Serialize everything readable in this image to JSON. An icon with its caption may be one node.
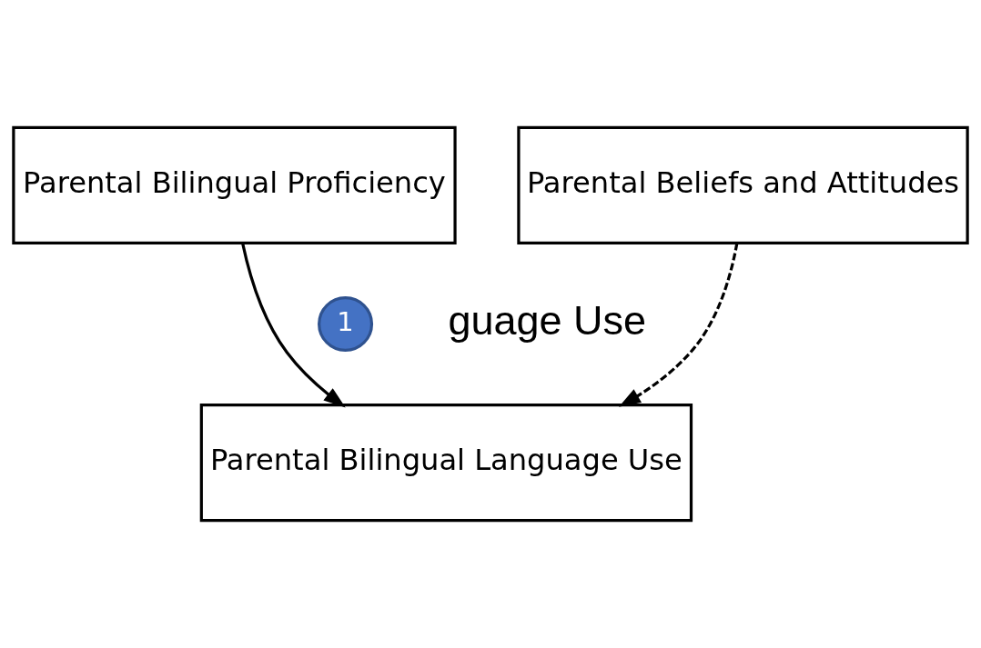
{
  "diagram": {
    "nodes": [
      {
        "text": [
          "Parental Bilingual Proficiency"
        ]
      },
      {
        "text": [
          "Parental Beliefs and Attitudes"
        ]
      },
      {
        "text": [
          "1"
        ]
      },
      {
        "text": [
          "Parental Bilingual Language Use"
        ]
      }
    ],
    "edges": [
      {
        "from": 0,
        "to": 3,
        "arrow": "to"
      },
      {
        "from": 1,
        "to": 3,
        "arrow": "to",
        "style": "dashed"
      }
    ],
    "labels": [
      "guage Use"
    ]
  }
}
